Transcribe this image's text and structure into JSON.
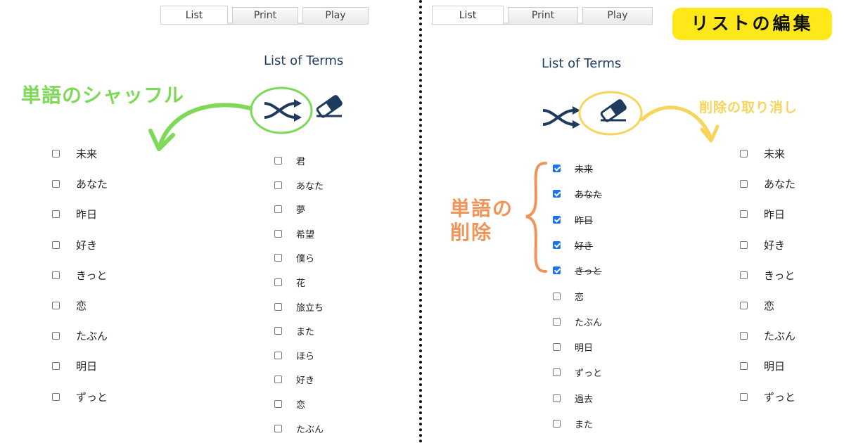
{
  "tabs": [
    "List",
    "Print",
    "Play"
  ],
  "list_title": "List of Terms",
  "annotations": {
    "shuffle": "単語のシャッフル",
    "undo": "削除の取り消し",
    "delete_line1": "単語の",
    "delete_line2": "削除",
    "badge": "リストの編集"
  },
  "left_panel": {
    "column1": [
      "未来",
      "あなた",
      "昨日",
      "好き",
      "きっと",
      "恋",
      "たぶん",
      "明日",
      "ずっと"
    ],
    "column2": [
      "君",
      "あなた",
      "夢",
      "希望",
      "僕ら",
      "花",
      "旅立ち",
      "また",
      "ほら",
      "好き",
      "恋",
      "たぶん"
    ]
  },
  "right_panel": {
    "column1": [
      {
        "label": "未来",
        "checked": true
      },
      {
        "label": "あなた",
        "checked": true
      },
      {
        "label": "昨日",
        "checked": true
      },
      {
        "label": "好き",
        "checked": true
      },
      {
        "label": "きっと",
        "checked": true
      },
      {
        "label": "恋",
        "checked": false
      },
      {
        "label": "たぶん",
        "checked": false
      },
      {
        "label": "明日",
        "checked": false
      },
      {
        "label": "ずっと",
        "checked": false
      },
      {
        "label": "過去",
        "checked": false
      },
      {
        "label": "また",
        "checked": false
      }
    ],
    "column2": [
      "未来",
      "あなた",
      "昨日",
      "好き",
      "きっと",
      "恋",
      "たぶん",
      "明日",
      "ずっと"
    ]
  },
  "colors": {
    "icon_navy": "#1e3a5c",
    "green": "#7ed957",
    "yellow": "#f7d45b",
    "orange": "#f0955a",
    "badge_bg": "#ffe81a"
  },
  "icons": [
    "shuffle-icon",
    "eraser-icon"
  ]
}
